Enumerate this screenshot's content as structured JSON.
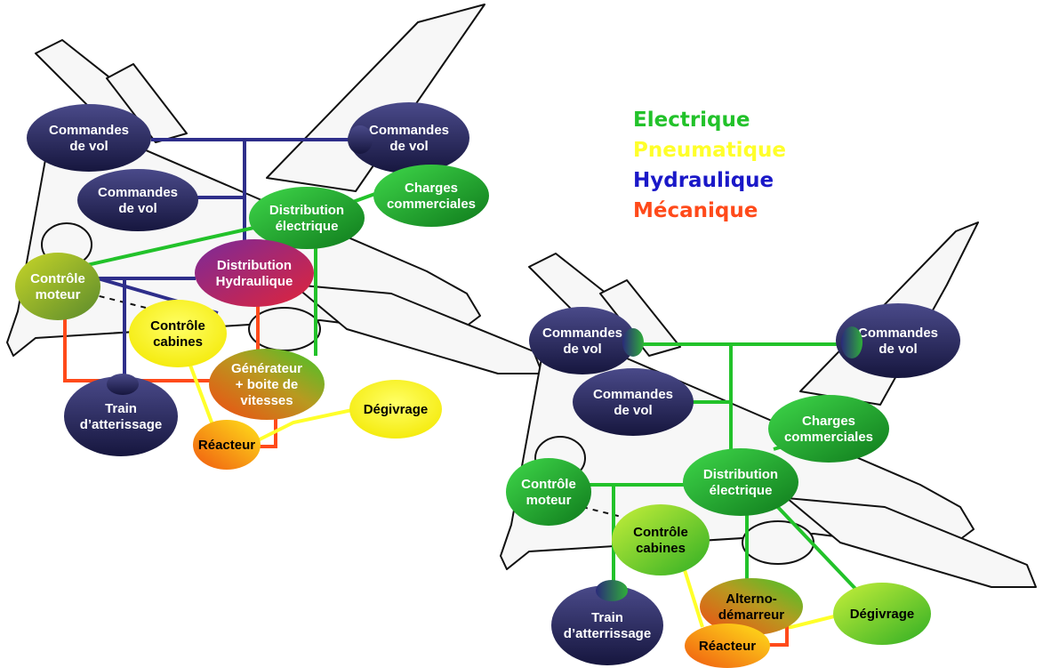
{
  "legend": [
    {
      "label": "Electrique",
      "color": "#22c22a"
    },
    {
      "label": "Pneumatique",
      "color": "#ffff2a"
    },
    {
      "label": "Hydraulique",
      "color": "#1a18c8"
    },
    {
      "label": "Mécanique",
      "color": "#ff4a1a"
    }
  ],
  "diagrams": [
    {
      "nodes": [
        {
          "lines": [
            "Commandes",
            "de vol"
          ],
          "fill": "navy"
        },
        {
          "lines": [
            "Commandes",
            "de vol"
          ],
          "fill": "navy"
        },
        {
          "lines": [
            "Commandes",
            "de vol"
          ],
          "fill": "navy"
        },
        {
          "lines": [
            "Distribution",
            "électrique"
          ],
          "fill": "green"
        },
        {
          "lines": [
            "Charges",
            "commerciales"
          ],
          "fill": "green"
        },
        {
          "lines": [
            "Contrôle",
            "moteur"
          ],
          "fill": "olive"
        },
        {
          "lines": [
            "Distribution",
            "Hydraulique"
          ],
          "fill": "purple-red"
        },
        {
          "lines": [
            "Contrôle",
            "cabines"
          ],
          "fill": "yellow"
        },
        {
          "lines": [
            "Générateur",
            "+ boite de",
            "vitesses"
          ],
          "fill": "orange-green"
        },
        {
          "lines": [
            "Dégivrage"
          ],
          "fill": "yellow"
        },
        {
          "lines": [
            "Train",
            "d’atterissage"
          ],
          "fill": "navy"
        },
        {
          "lines": [
            "Réacteur"
          ],
          "fill": "orange-yellow"
        }
      ]
    },
    {
      "nodes": [
        {
          "lines": [
            "Commandes",
            "de vol"
          ],
          "fill": "navy"
        },
        {
          "lines": [
            "Commandes",
            "de vol"
          ],
          "fill": "navy"
        },
        {
          "lines": [
            "Commandes",
            "de vol"
          ],
          "fill": "navy"
        },
        {
          "lines": [
            "Charges",
            "commerciales"
          ],
          "fill": "green"
        },
        {
          "lines": [
            "Distribution",
            "électrique"
          ],
          "fill": "green"
        },
        {
          "lines": [
            "Contrôle",
            "moteur"
          ],
          "fill": "green"
        },
        {
          "lines": [
            "Contrôle",
            "cabines"
          ],
          "fill": "yellow-green"
        },
        {
          "lines": [
            "Alterno-",
            "démarreur"
          ],
          "fill": "orange-green"
        },
        {
          "lines": [
            "Dégivrage"
          ],
          "fill": "yellow-green"
        },
        {
          "lines": [
            "Train",
            "d’atterrissage"
          ],
          "fill": "navy"
        },
        {
          "lines": [
            "Réacteur"
          ],
          "fill": "orange-yellow"
        }
      ]
    }
  ]
}
